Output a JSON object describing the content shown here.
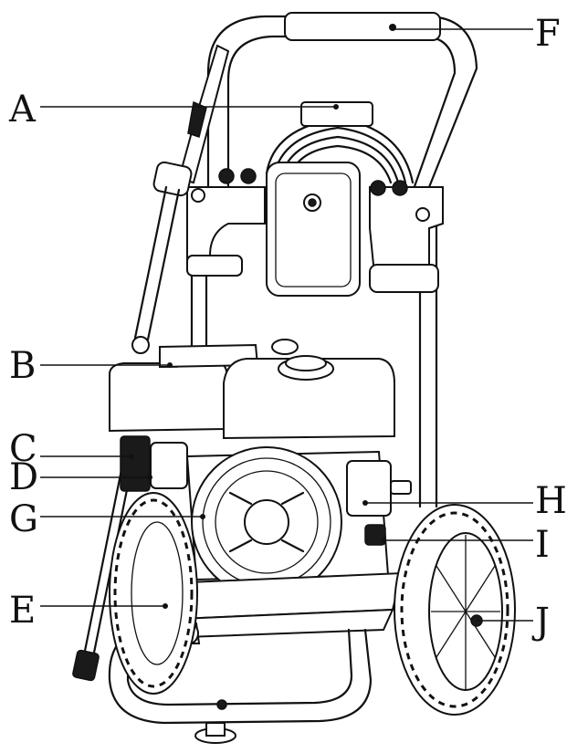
{
  "diagram": {
    "labels": [
      {
        "id": "A",
        "text": "A"
      },
      {
        "id": "B",
        "text": "B"
      },
      {
        "id": "C",
        "text": "C"
      },
      {
        "id": "D",
        "text": "D"
      },
      {
        "id": "E",
        "text": "E"
      },
      {
        "id": "F",
        "text": "F"
      },
      {
        "id": "G",
        "text": "G"
      },
      {
        "id": "H",
        "text": "H"
      },
      {
        "id": "I",
        "text": "I"
      },
      {
        "id": "J",
        "text": "J"
      }
    ]
  }
}
